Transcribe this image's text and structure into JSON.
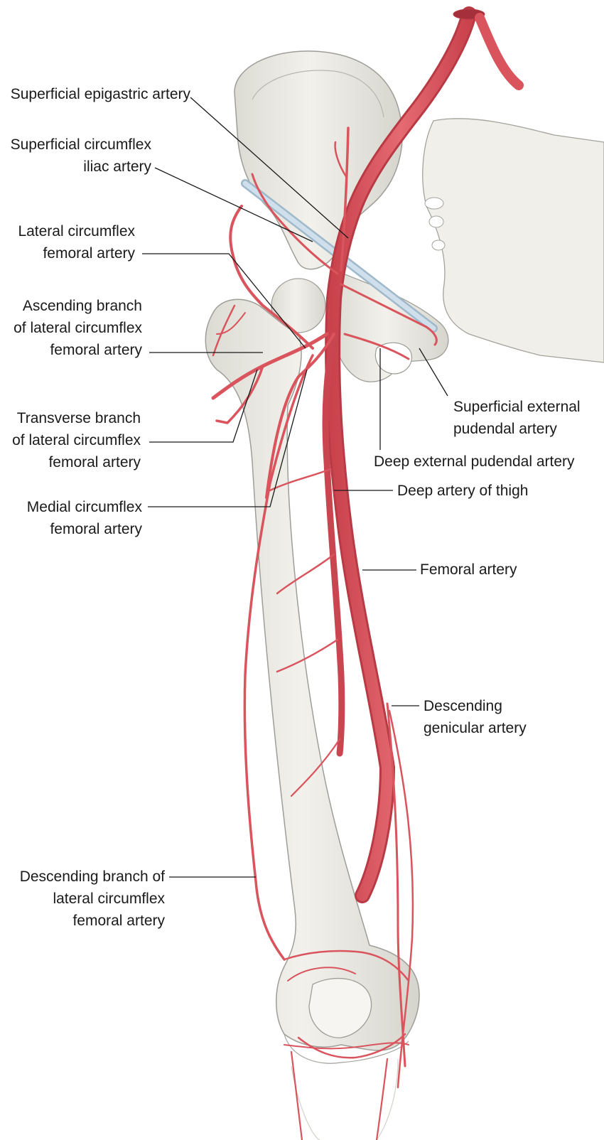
{
  "labels": {
    "superficial_epigastric": "Superficial epigastric artery",
    "superficial_circumflex_iliac": [
      "Superficial circumflex",
      "iliac artery"
    ],
    "lateral_circumflex_femoral": [
      "Lateral circumflex",
      "femoral artery"
    ],
    "ascending_branch": [
      "Ascending branch",
      "of lateral circumflex",
      "femoral artery"
    ],
    "transverse_branch": [
      "Transverse branch",
      "of lateral circumflex",
      "femoral artery"
    ],
    "medial_circumflex_femoral": [
      "Medial circumflex",
      "femoral artery"
    ],
    "descending_branch": [
      "Descending branch of",
      "lateral circumflex",
      "femoral artery"
    ],
    "superficial_external_pudendal": [
      "Superficial external",
      "pudendal artery"
    ],
    "deep_external_pudendal": "Deep external pudendal artery",
    "deep_artery_of_thigh": "Deep artery of thigh",
    "femoral_artery": "Femoral artery",
    "descending_genicular": [
      "Descending",
      "genicular artery"
    ]
  },
  "colors": {
    "artery": "#d9545d",
    "artery_dark": "#b83a44",
    "bone": "#ecebe4",
    "bone_edge": "#9e9e98",
    "ligament": "#bcd3e2",
    "leader": "#1a1a1a"
  }
}
